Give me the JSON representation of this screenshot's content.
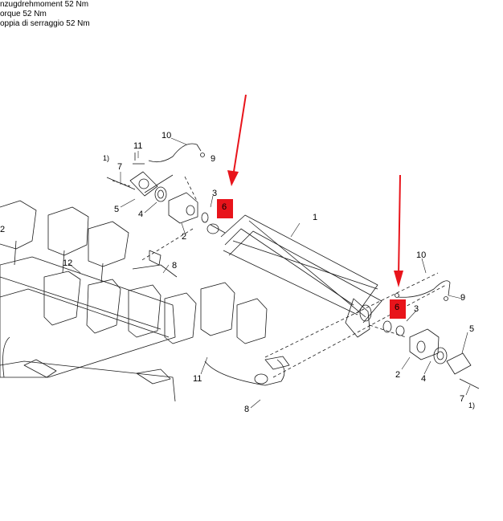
{
  "torque_notes": [
    "nzugdrehmoment 52 Nm",
    "orque 52 Nm",
    "oppia di serraggio 52 Nm"
  ],
  "callouts": {
    "c1": "1",
    "c1_note_left": "1)",
    "c1_note_right": "1)",
    "c2_left": "2",
    "c2_right": "2",
    "c2_far_left": "2",
    "c3_left": "3",
    "c3_right": "3",
    "c4_left": "4",
    "c4_right": "4",
    "c5_left": "5",
    "c5_right": "5",
    "c6_left": "6",
    "c6_right": "6",
    "c7_left": "7",
    "c7_right": "7",
    "c8_top": "8",
    "c8_bottom": "8",
    "c9_left": "9",
    "c9_right": "9",
    "c10_left": "10",
    "c10_right": "10",
    "c11_top": "11",
    "c11_bottom": "11",
    "c12": "12"
  },
  "colors": {
    "highlight": "#e8141b",
    "arrow": "#e8141b",
    "line": "#1a1a1a"
  }
}
